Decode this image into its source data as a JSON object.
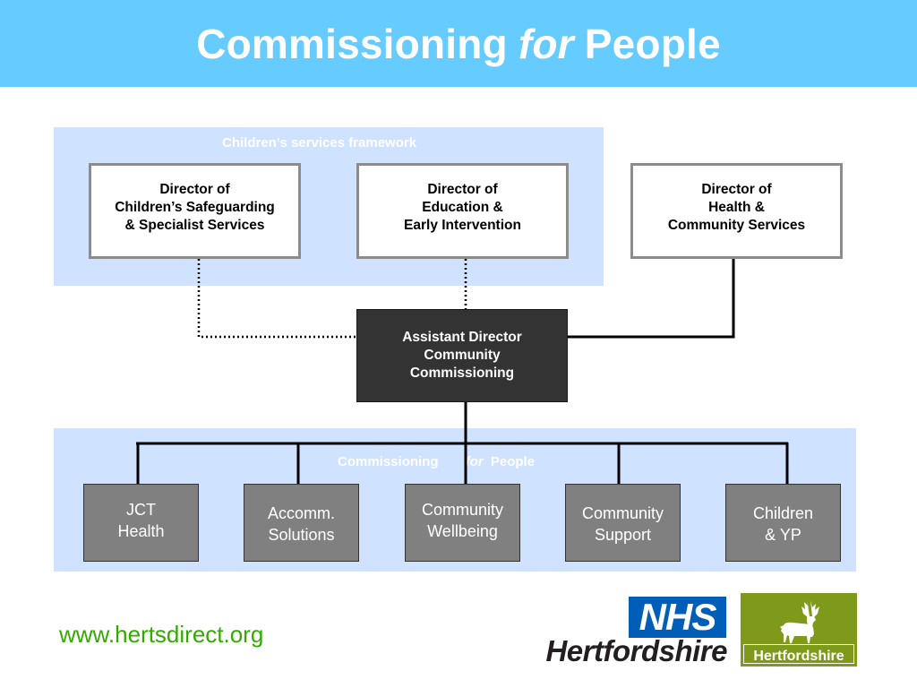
{
  "header": {
    "title_part1": "Commissioning",
    "title_italic": "for",
    "title_part2": "People",
    "background": "#66ccff"
  },
  "childrens_panel": {
    "label": "Children’s services framework"
  },
  "directors": [
    {
      "lines": [
        "Director of",
        "Children’s Safeguarding",
        "& Specialist Services"
      ]
    },
    {
      "lines": [
        "Director of",
        "Education &",
        "Early Intervention"
      ]
    },
    {
      "lines": [
        "Director of",
        "Health &",
        "Community Services"
      ]
    }
  ],
  "assistant_director": {
    "lines": [
      "Assistant Director",
      "Community",
      "Commissioning"
    ]
  },
  "commissioning_panel": {
    "label_part1": "Commissioning",
    "label_italic": "for",
    "label_part2": "People"
  },
  "teams": [
    {
      "lines": [
        "JCT",
        "Health"
      ]
    },
    {
      "lines": [
        "Accomm.",
        "Solutions"
      ]
    },
    {
      "lines": [
        "Community",
        "Wellbeing"
      ]
    },
    {
      "lines": [
        "Community",
        "Support"
      ]
    },
    {
      "lines": [
        "Children",
        "& YP"
      ]
    }
  ],
  "footer": {
    "website": "www.hertsdirect.org",
    "nhs_logo_text": "NHS",
    "nhs_subtext": "Hertfordshire",
    "council_logo_text": "Hertfordshire"
  },
  "colors": {
    "panel": "#cfe2ff",
    "assistant_director_box": "#333333",
    "team_box": "#808080",
    "website": "#33aa00",
    "nhs_blue": "#005eb8",
    "council_green": "#7f9a1a"
  },
  "icons": {
    "council_logo": "stag-icon"
  }
}
